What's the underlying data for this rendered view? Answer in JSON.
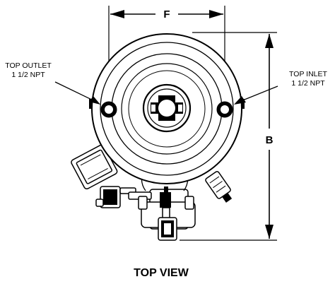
{
  "labels": {
    "top_outlet_line1": "TOP OUTLET",
    "top_outlet_line2": "1 1/2 NPT",
    "top_inlet_line1": "TOP INLET",
    "top_inlet_line2": "1 1/2 NPT",
    "dimension_f": "F",
    "dimension_b": "B",
    "view_title": "TOP VIEW"
  },
  "colors": {
    "line": "#000000",
    "background": "#ffffff"
  }
}
